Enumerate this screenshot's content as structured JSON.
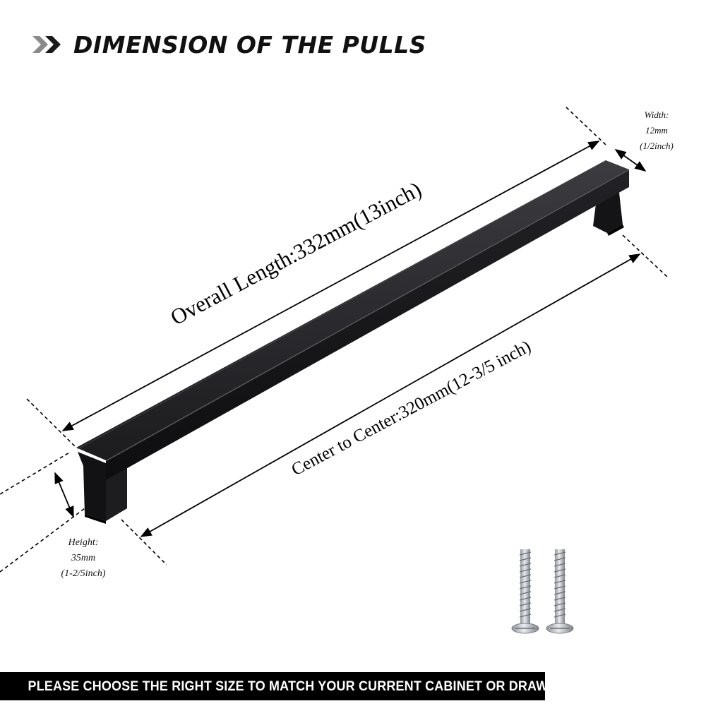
{
  "header": {
    "title": "DIMENSION OF THE PULLS",
    "icon": "double-chevron-right-icon"
  },
  "labels": {
    "overall_length": "Overall Length:332mm(13inch)",
    "center_to_center": "Center to Center:320mm(12-3/5 inch)",
    "width_title": "Width:",
    "width_mm": "12mm",
    "width_in": "(1/2inch)",
    "height_title": "Height:",
    "height_mm": "35mm",
    "height_in": "(1-2/5inch)"
  },
  "footer": {
    "text": "PLEASE CHOOSE THE RIGHT SIZE TO MATCH YOUR CURRENT CABINET OR DRAWER"
  },
  "colors": {
    "pull": "#1a1a1c",
    "pull_highlight": "#3a3a3e",
    "footer_bg": "#000000",
    "screw": "#c9ccd1"
  }
}
